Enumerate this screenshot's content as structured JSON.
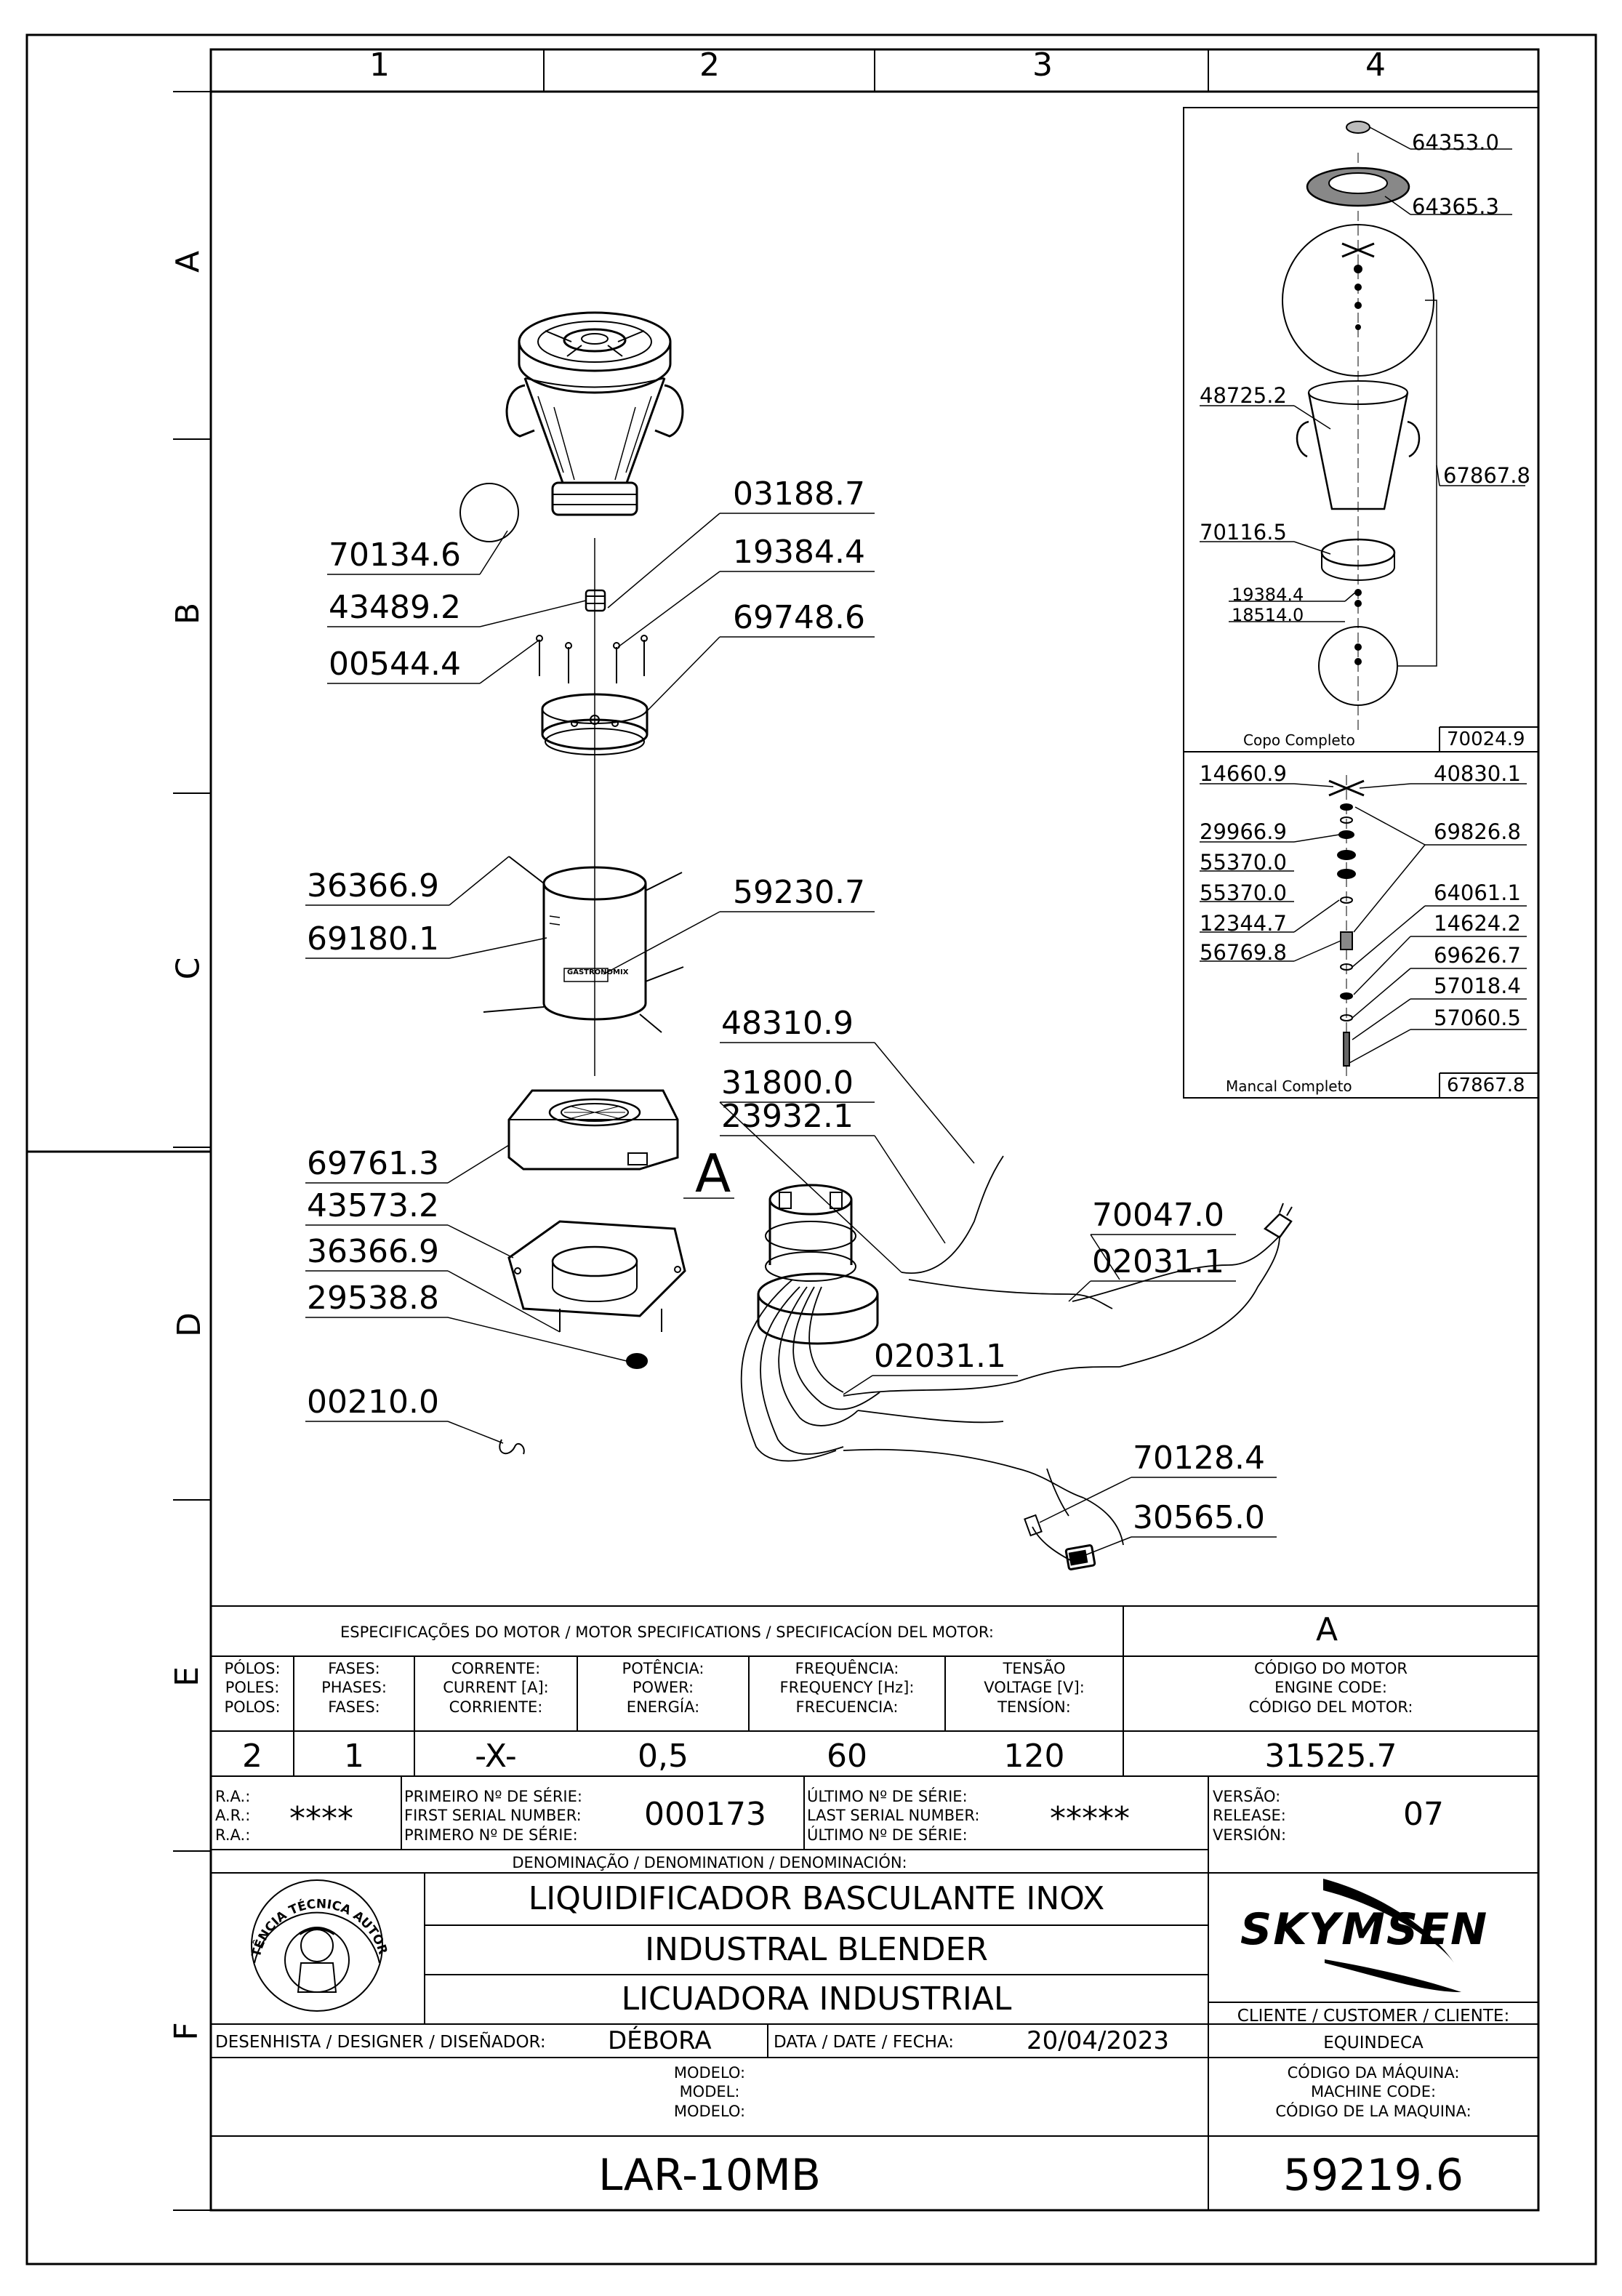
{
  "grid": {
    "columns": [
      "1",
      "2",
      "3",
      "4"
    ],
    "rows": [
      "A",
      "B",
      "C",
      "D",
      "E",
      "F"
    ]
  },
  "part_labels": {
    "p70134_6": "70134.6",
    "p43489_2": "43489.2",
    "p00544_4": "00544.4",
    "p03188_7": "03188.7",
    "p19384_4": "19384.4",
    "p69748_6": "69748.6",
    "p36366_9a": "36366.9",
    "p69180_1": "69180.1",
    "p59230_7": "59230.7",
    "p69761_3": "69761.3",
    "p43573_2": "43573.2",
    "p36366_9b": "36366.9",
    "p29538_8": "29538.8",
    "p00210_0": "00210.0",
    "p48310_9": "48310.9",
    "p31800_0": "31800.0",
    "p23932_1": "23932.1",
    "p70047_0": "70047.0",
    "p02031_1a": "02031.1",
    "p02031_1b": "02031.1",
    "p70128_4": "70128.4",
    "p30565_0": "30565.0",
    "view_a": "A",
    "motor_brand": "GASTRONOMIX"
  },
  "detail_copo": {
    "p64353_0": "64353.0",
    "p64365_3": "64365.3",
    "p48725_2": "48725.2",
    "p67867_8": "67867.8",
    "p70116_5": "70116.5",
    "p19384_4": "19384.4",
    "p18514_0": "18514.0",
    "caption": "Copo Completo",
    "code": "70024.9"
  },
  "detail_mancal": {
    "p14660_9": "14660.9",
    "p40830_1": "40830.1",
    "p29966_9": "29966.9",
    "p69826_8": "69826.8",
    "p55370_0a": "55370.0",
    "p55370_0b": "55370.0",
    "p64061_1": "64061.1",
    "p12344_7": "12344.7",
    "p14624_2": "14624.2",
    "p56769_8": "56769.8",
    "p69626_7": "69626.7",
    "p57018_4": "57018.4",
    "p57060_5": "57060.5",
    "caption": "Mancal Completo",
    "code": "67867.8"
  },
  "motor_specs": {
    "heading": "ESPECIFICAÇÕES DO MOTOR / MOTOR SPECIFICATIONS / SPECIFICACÍON DEL MOTOR:",
    "view_letter": "A",
    "poles_h": [
      "PÓLOS:",
      "POLES:",
      "POLOS:"
    ],
    "phases_h": [
      "FASES:",
      "PHASES:",
      "FASES:"
    ],
    "current_h": [
      "CORRENTE:",
      "CURRENT [A]:",
      "CORRIENTE:"
    ],
    "power_h": [
      "POTÊNCIA:",
      "POWER:",
      "ENERGÍA:"
    ],
    "freq_h": [
      "FREQUÊNCIA:",
      "FREQUENCY [Hz]:",
      "FRECUENCIA:"
    ],
    "voltage_h": [
      "TENSÃO",
      "VOLTAGE [V]:",
      "TENSÍON:"
    ],
    "engine_h": [
      "CÓDIGO DO MOTOR",
      "ENGINE CODE:",
      "CÓDIGO DEL MOTOR:"
    ],
    "poles": "2",
    "phases": "1",
    "current": "-X-",
    "power": "0,5",
    "frequency": "60",
    "voltage": "120",
    "engine_code": "31525.7"
  },
  "serials": {
    "ra_h": [
      "R.A.:",
      "A.R.:",
      "R.A.:"
    ],
    "ra": "****",
    "first_h": [
      "PRIMEIRO Nº DE SÉRIE:",
      "FIRST SERIAL NUMBER:",
      "PRIMERO Nº DE SÉRIE:"
    ],
    "first": "000173",
    "last_h": [
      "ÚLTIMO Nº DE SÉRIE:",
      "LAST SERIAL NUMBER:",
      "ÚLTIMO Nº DE SÉRIE:"
    ],
    "last": "*****",
    "version_h": [
      "VERSÃO:",
      "RELEASE:",
      "VERSIÓN:"
    ],
    "version": "07"
  },
  "title_block": {
    "denomination_h": "DENOMINAÇÃO / DENOMINATION / DENOMINACIÓN:",
    "name_pt": "LIQUIDIFICADOR BASCULANTE INOX",
    "name_en": "INDUSTRAL BLENDER",
    "name_es": "LICUADORA INDUSTRIAL",
    "stamp_text": "ASSISTÊNCIA TÉCNICA AUTORIZADA",
    "brand": "SKYMSEN",
    "client_h": "CLIENTE / CUSTOMER / CLIENTE:",
    "client": "EQUINDECA",
    "designer_h": "DESENHISTA / DESIGNER / DISEÑADOR:",
    "designer": "DÉBORA",
    "date_h": "DATA / DATE / FECHA:",
    "date": "20/04/2023",
    "model_h": [
      "MODELO:",
      "MODEL:",
      "MODELO:"
    ],
    "model": "LAR-10MB",
    "machine_code_h": [
      "CÓDIGO DA MÁQUINA:",
      "MACHINE CODE:",
      "CÓDIGO DE LA MAQUINA:"
    ],
    "machine_code": "59219.6"
  }
}
